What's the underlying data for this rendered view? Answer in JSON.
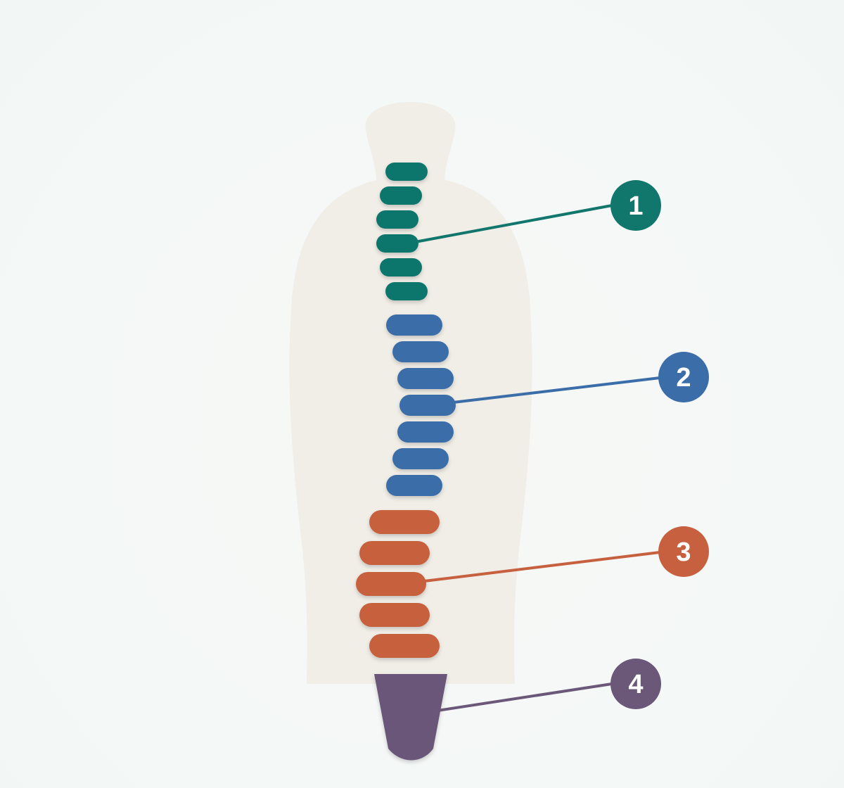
{
  "diagram": {
    "colors": {
      "background": "#f4f8f7",
      "body_silhouette": "#f1ede7",
      "cervical": "#11766c",
      "thoracic": "#3b6ea8",
      "lumbar": "#c6603e",
      "sacrum": "#6b5778",
      "callout_text": "#ffffff"
    },
    "segments": [
      {
        "id": "cervical",
        "vertebrae_count": 6,
        "color_key": "cervical",
        "callout_label": "1"
      },
      {
        "id": "thoracic",
        "vertebrae_count": 7,
        "color_key": "thoracic",
        "callout_label": "2"
      },
      {
        "id": "lumbar",
        "vertebrae_count": 5,
        "color_key": "lumbar",
        "callout_label": "3"
      },
      {
        "id": "sacrum",
        "vertebrae_count": 1,
        "color_key": "sacrum",
        "callout_label": "4"
      }
    ]
  }
}
